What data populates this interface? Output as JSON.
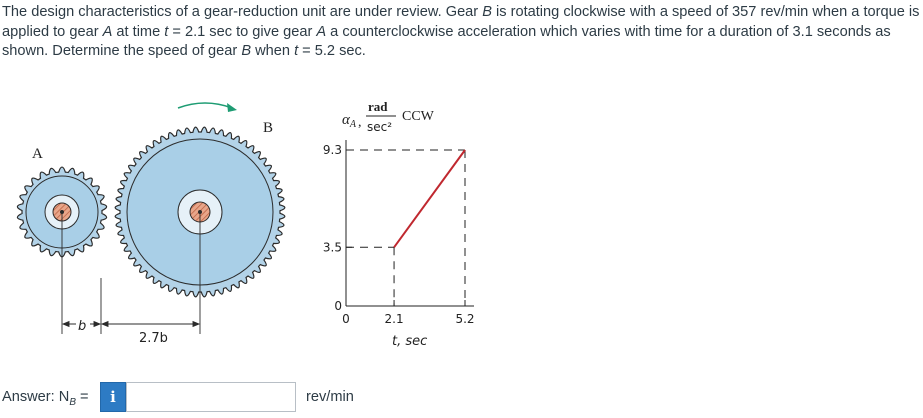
{
  "problem": {
    "segments": [
      {
        "t": "The design characteristics of a gear-reduction unit are under review. Gear ",
        "i": false
      },
      {
        "t": "B",
        "i": true
      },
      {
        "t": " is rotating clockwise with a speed of 357 rev/min when a torque is applied to gear ",
        "i": false
      },
      {
        "t": "A",
        "i": true
      },
      {
        "t": " at time ",
        "i": false
      },
      {
        "t": "t",
        "i": true
      },
      {
        "t": " = 2.1 sec to give gear ",
        "i": false
      },
      {
        "t": "A",
        "i": true
      },
      {
        "t": " a counterclockwise acceleration which varies with time for a duration of 3.1 seconds as shown. Determine the speed of gear ",
        "i": false
      },
      {
        "t": "B",
        "i": true
      },
      {
        "t": " when ",
        "i": false
      },
      {
        "t": "t",
        "i": true
      },
      {
        "t": " = 5.2 sec.",
        "i": false
      }
    ]
  },
  "figure": {
    "gear_a_label": "A",
    "gear_b_label": "B",
    "dim_b": "b",
    "dim_27b": "2.7b",
    "graph": {
      "y_symbol": "α",
      "y_subscript": "A",
      "unit_num": "rad",
      "unit_den": "sec²",
      "direction": "CCW",
      "y_ticks": [
        "9.3",
        "3.5",
        "0"
      ],
      "x_ticks": [
        "0",
        "2.1",
        "5.2"
      ],
      "x_label": "t, sec",
      "points": [
        {
          "t": 2.1,
          "alpha": 3.5
        },
        {
          "t": 5.2,
          "alpha": 9.3
        }
      ],
      "colors": {
        "line": "#c0282f",
        "gear": "#a9cfe7",
        "teeth": "#2b2b2b"
      }
    }
  },
  "answer": {
    "label_prefix": "Answer: N",
    "label_sub": "B",
    "label_eq": " =",
    "info_icon": "i",
    "value": "",
    "units": "rev/min"
  }
}
